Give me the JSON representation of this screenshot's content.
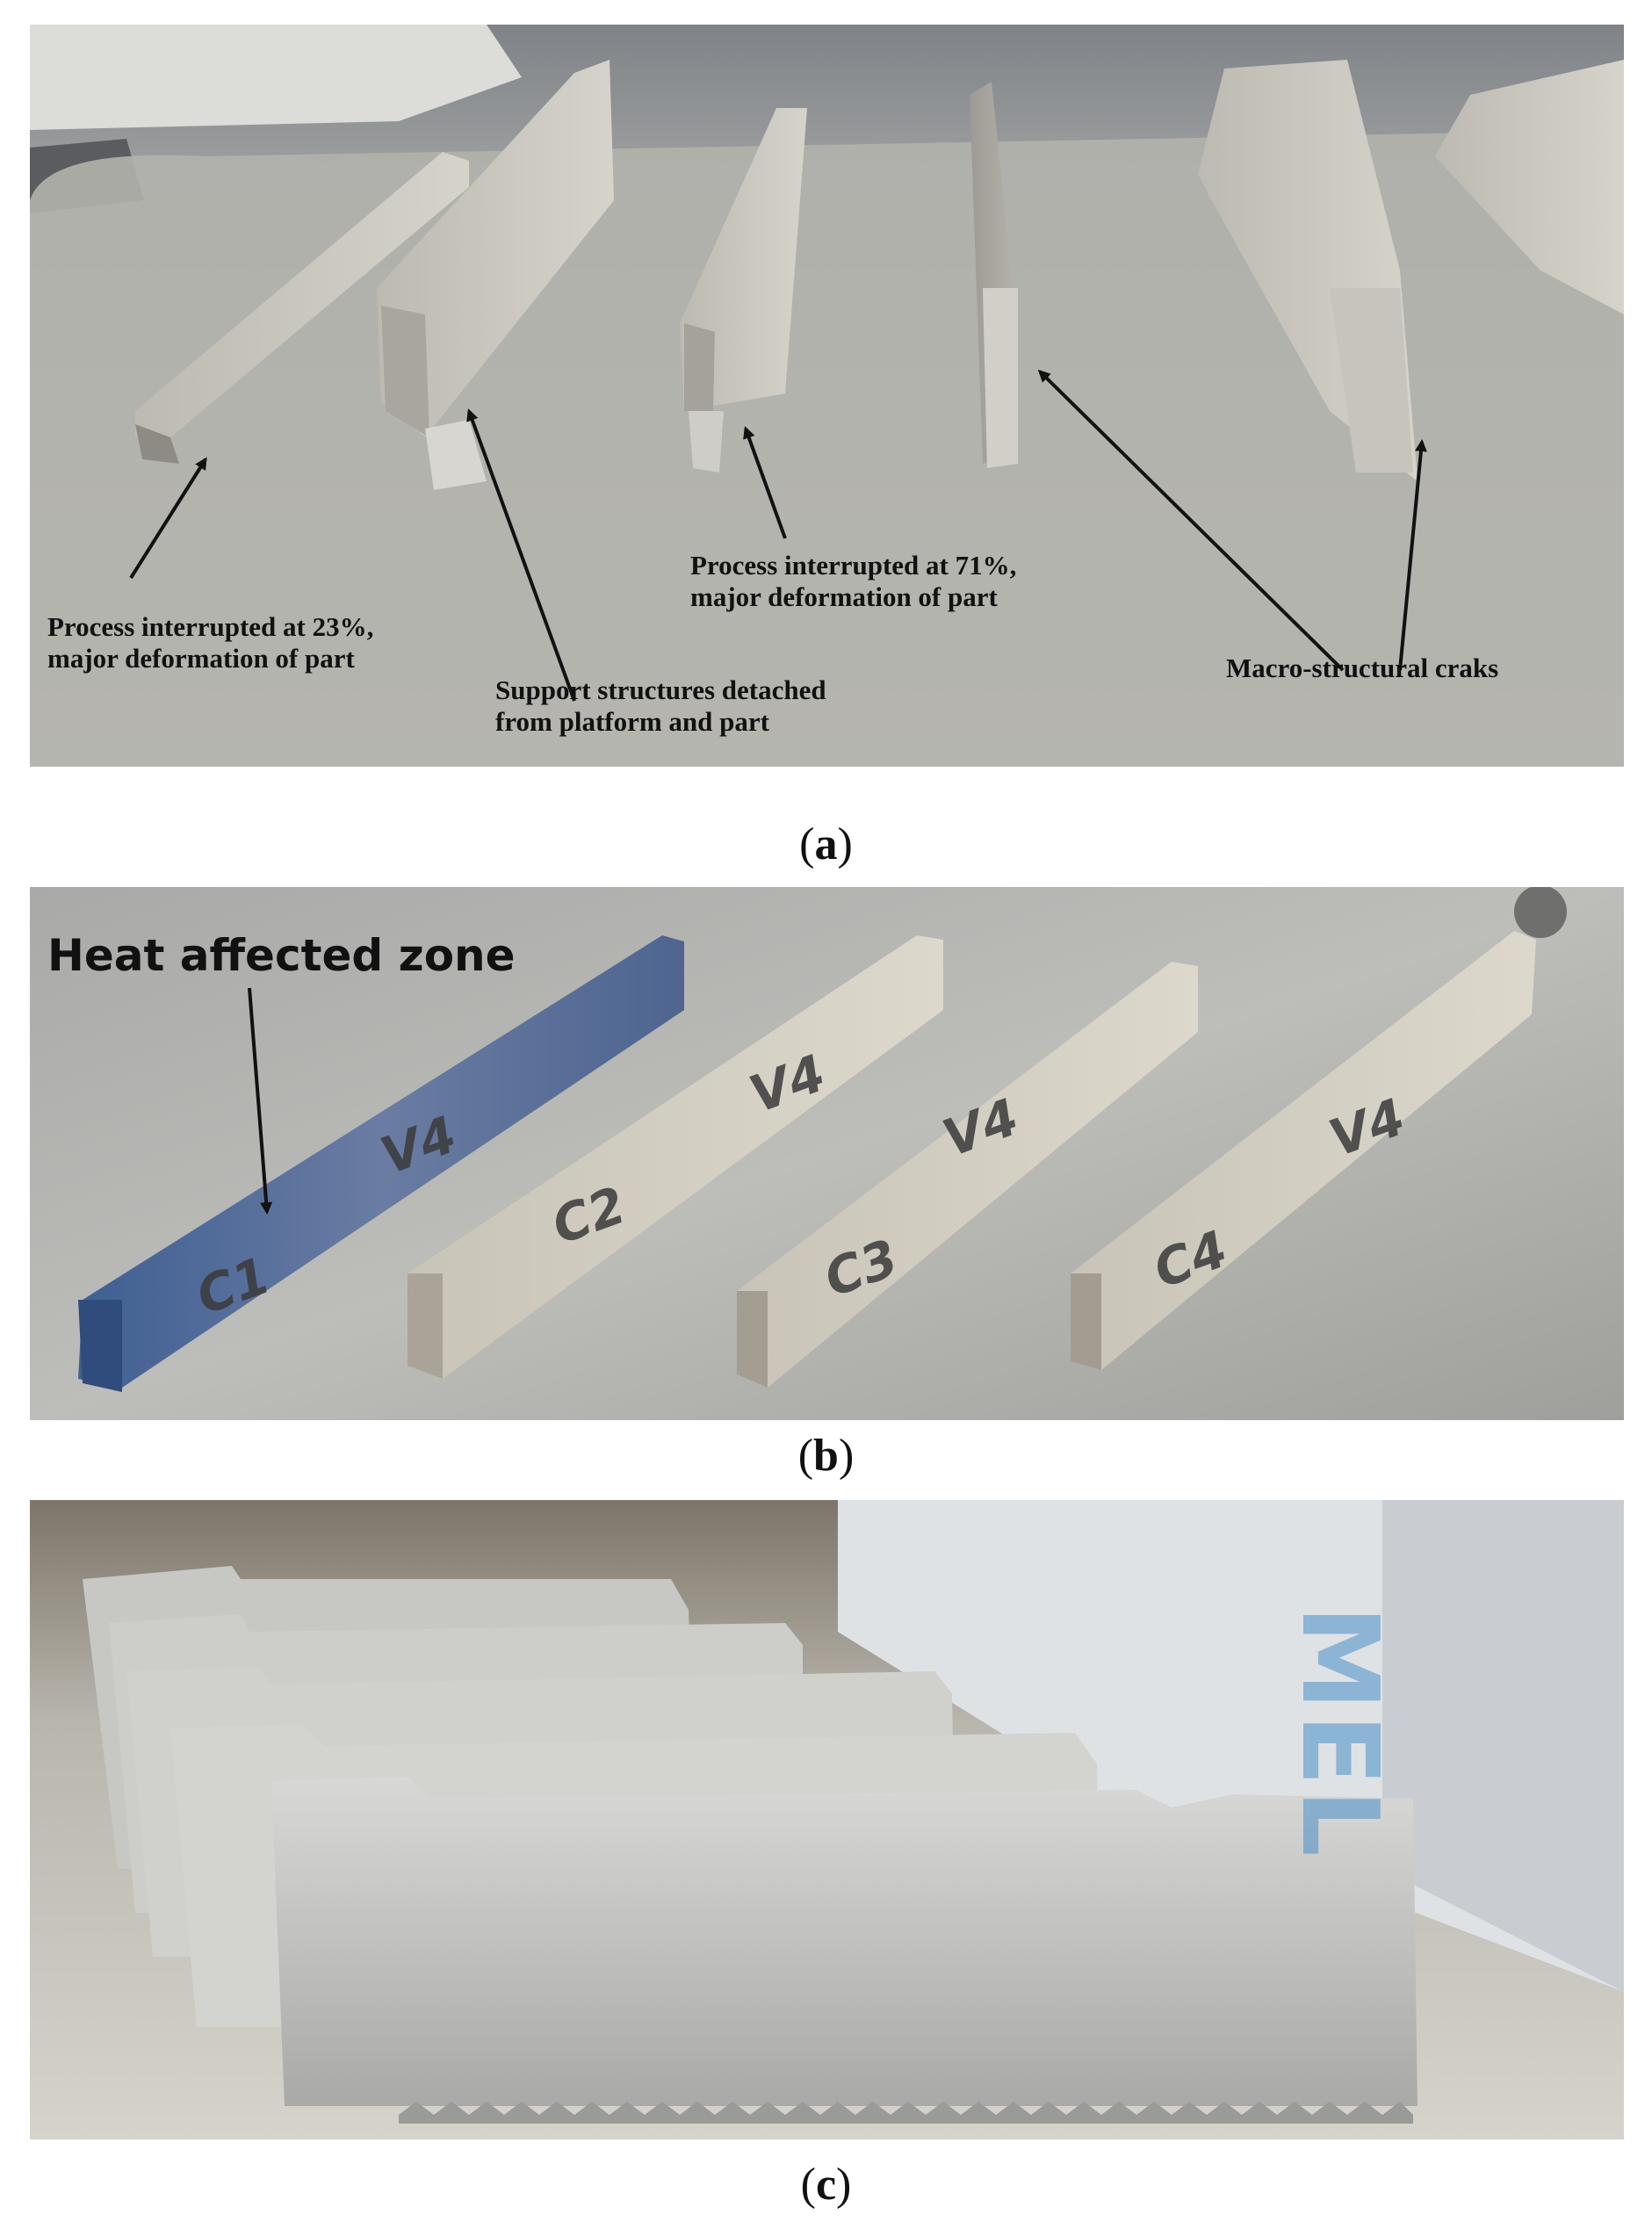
{
  "panel_a": {
    "annotations": [
      {
        "id": "a1",
        "lines": [
          "Process interrupted at 23%,",
          "major deformation of part"
        ]
      },
      {
        "id": "a2",
        "lines": [
          "Support structures detached",
          "from platform and part"
        ]
      },
      {
        "id": "a3",
        "lines": [
          "Process interrupted at 71%,",
          "major deformation of part"
        ]
      },
      {
        "id": "a4",
        "lines": [
          "Macro-structural craks"
        ]
      }
    ],
    "caption": {
      "open": "(",
      "letter": "a",
      "close": ")"
    }
  },
  "panel_b": {
    "annotation": "Heat affected zone",
    "marks": [
      "C1",
      "V4",
      "C2",
      "V4",
      "C3",
      "V4",
      "C4",
      "V4"
    ],
    "caption": {
      "open": "(",
      "letter": "b",
      "close": ")"
    }
  },
  "panel_c": {
    "background_lettering": "MEL",
    "caption": {
      "open": "(",
      "letter": "c",
      "close": ")"
    }
  },
  "colors": {
    "metal_light": "#d2d0cb",
    "metal_dark": "#8e8d88",
    "heat_tint": "#4d6590",
    "text": "#111111"
  }
}
